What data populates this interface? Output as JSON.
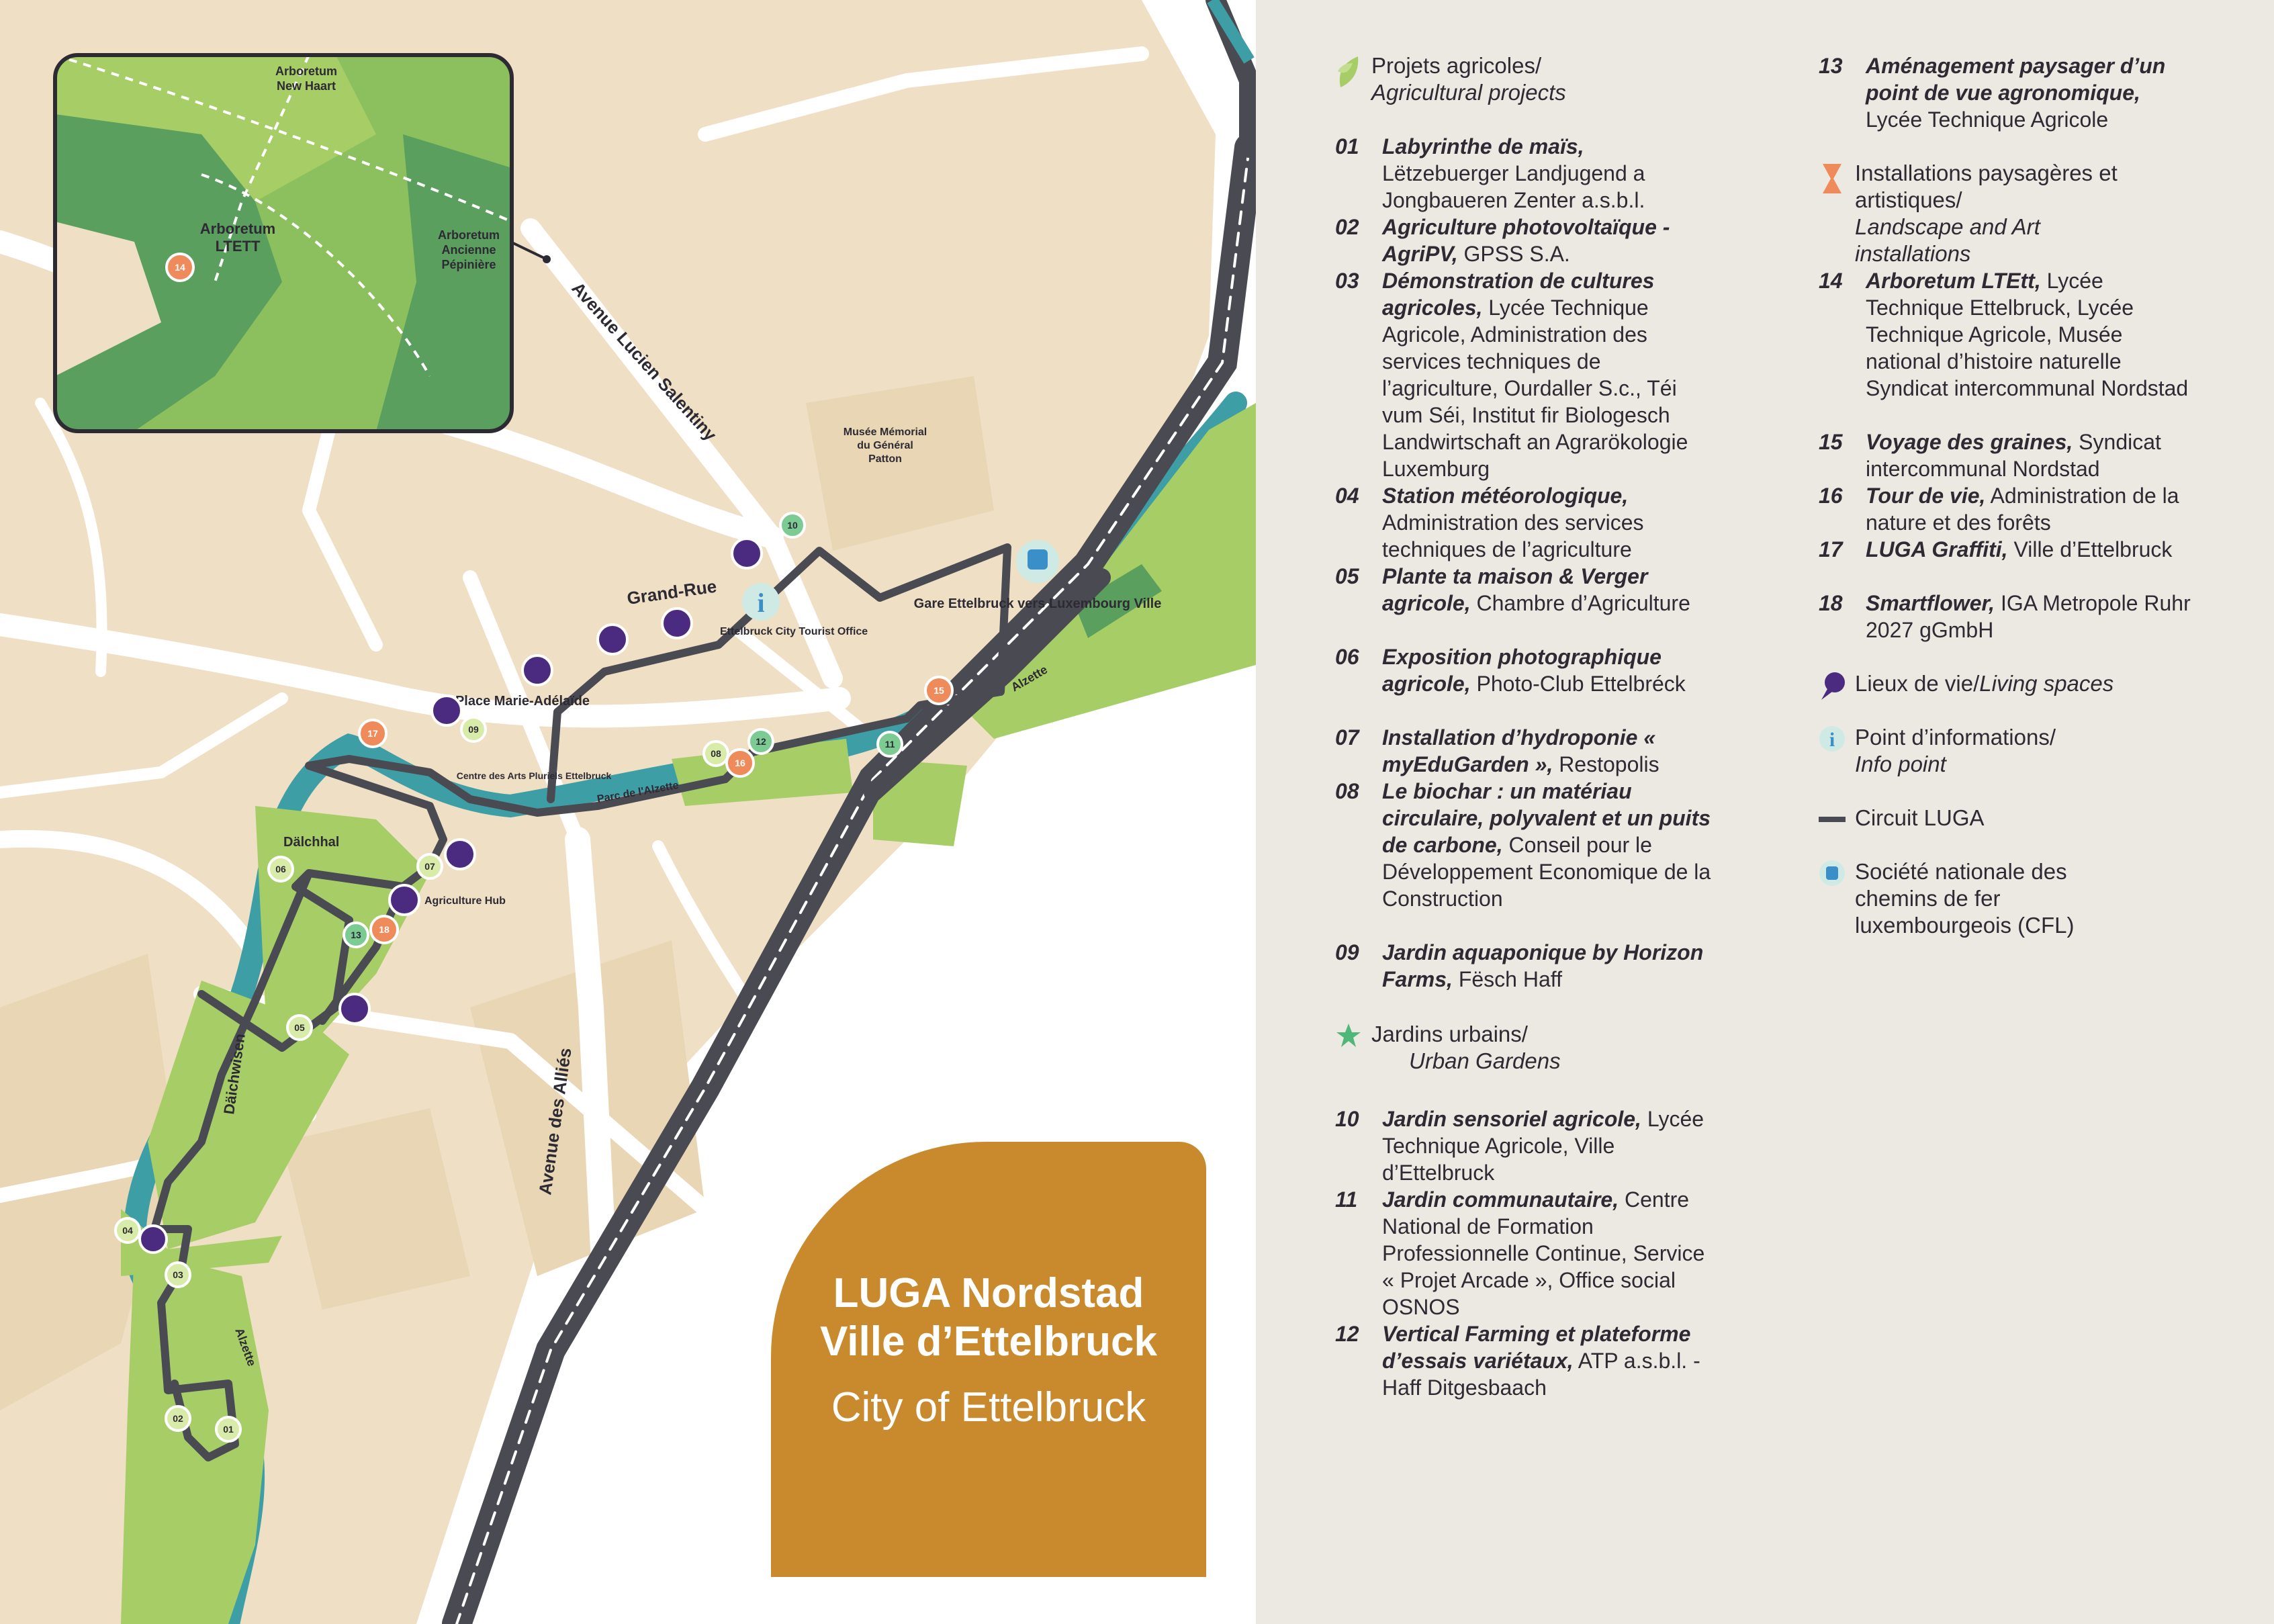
{
  "map": {
    "inset": {
      "labels": [
        "Arboretum New Haart",
        "Arboretum LTETT",
        "Arboretum Ancienne Pépinière"
      ],
      "marker": "14"
    },
    "streets": [
      "Avenue Lucien Salentiny",
      "Grand-Rue",
      "Avenue des Alliés",
      "Parc de l'Alzette",
      "Alzette",
      "Alzette"
    ],
    "places": [
      "Musée Mémorial du Général Patton",
      "Ettelbruck City Tourist Office",
      "Gare Ettelbruck vers Luxembourg Ville",
      "Place Marie-Adélaïde",
      "Centre des Arts Pluriels Ettelbruck",
      "Dälchhal",
      "Agriculture Hub",
      "Däichwisen"
    ],
    "markers": {
      "agri": [
        "01",
        "02",
        "04",
        "05",
        "06",
        "08",
        "09"
      ],
      "garden": [
        "10",
        "11",
        "12",
        "13"
      ],
      "art": [
        "15",
        "16",
        "17",
        "18"
      ]
    },
    "colors": {
      "road": "#ffffff",
      "land": "#efdfc4",
      "park": "#a6cd66",
      "forest": "#5a9f5d",
      "river": "#3e9ea6",
      "circuit": "#4a4a52",
      "art_marker": "#ef8a5b",
      "living": "#4b2b7f",
      "info": "#3a8fc9"
    }
  },
  "title_card": {
    "line1": "LUGA Nordstad",
    "line2": "Ville d’Ettelbruck",
    "line3": "City of Ettelbruck",
    "color": "#c98a2e"
  },
  "legend": {
    "cat_agri": {
      "main": "Projets agricoles/",
      "alt": "Agricultural projects",
      "icon": "leaf-icon",
      "color": "#a6cd66"
    },
    "entries_1": [
      {
        "n": "01",
        "title": "Labyrinthe de maïs,",
        "rest": " Lëtzebuerger Landjugend a Jongbaueren Zenter a.s.b.l."
      },
      {
        "n": "02",
        "title": "Agriculture photovoltaïque - AgriPV,",
        "rest": " GPSS S.A."
      },
      {
        "n": "03",
        "title": "Démonstration de cultures agricoles,",
        "rest": " Lycée Technique Agricole, Administration des services techniques de l’agriculture, Ourdaller S.c., Téi vum Séi, Institut fir Biologesch Landwirtschaft an Agrarökologie Luxemburg"
      },
      {
        "n": "04",
        "title": "Station météorologique,",
        "rest": " Administration des services techniques de l’agriculture"
      },
      {
        "n": "05",
        "title": "Plante ta maison & Verger agricole,",
        "rest": " Chambre d’Agriculture"
      },
      {
        "n": "06",
        "title": "Exposition photographique agricole,",
        "rest": " Photo-Club Ettelbréck"
      },
      {
        "n": "07",
        "title": "Installation d’hydroponie « myEduGarden »,",
        "rest": " Restopolis"
      },
      {
        "n": "08",
        "title": "Le biochar : un matériau circulaire, polyvalent et un puits de carbone,",
        "rest": " Conseil pour le Développement Economique de la Construction"
      },
      {
        "n": "09",
        "title": " Jardin aquaponique by Horizon Farms,",
        "rest": " Fësch Haff"
      }
    ],
    "cat_garden": {
      "main": "Jardins urbains/",
      "alt": "Urban Gardens",
      "icon": "star-icon",
      "color": "#4fb77a"
    },
    "entries_2": [
      {
        "n": "10",
        "title": "Jardin sensoriel agricole,",
        "rest": " Lycée Technique Agricole, Ville d’Ettelbruck"
      },
      {
        "n": "11",
        "title": "Jardin communautaire,",
        "rest": " Centre National de Formation Professionnelle Continue, Service « Projet Arcade », Office social OSNOS"
      },
      {
        "n": "12",
        "title": "Vertical Farming et plateforme d’essais variétaux,",
        "rest": " ATP a.s.b.l. - Haff Ditgesbaach"
      }
    ],
    "entry_13": {
      "n": "13",
      "title": "Aménagement paysager d’un point de vue agronomique,",
      "rest": " Lycée Technique Agricole"
    },
    "cat_art": {
      "main": "Installations paysagères et artistiques/",
      "alt": "Landscape and Art installations",
      "icon": "hourglass-icon",
      "color": "#ef8a5b"
    },
    "entries_3": [
      {
        "n": "14",
        "title": "Arboretum LTEtt,",
        "rest": " Lycée Technique Ettelbruck, Lycée Technique Agricole, Musée national d’histoire naturelle Syndicat intercommunal Nordstad"
      },
      {
        "n": "15",
        "title": "Voyage des graines,",
        "rest": " Syndicat intercommunal Nordstad"
      },
      {
        "n": "16",
        "title": "Tour de vie,",
        "rest": " Administration de la nature et des forêts"
      },
      {
        "n": "17",
        "title": "LUGA Graffiti,",
        "rest": " Ville d’Ettelbruck"
      },
      {
        "n": "18",
        "title": "Smartflower,",
        "rest": " IGA Metropole Ruhr 2027 gGmbH"
      }
    ],
    "cat_living": {
      "main": "Lieux de vie/",
      "alt": "Living spaces",
      "icon": "pin-icon",
      "color": "#4b2b7f"
    },
    "cat_info": {
      "main": "Point d’informations/",
      "alt": "Info point",
      "icon": "info-icon",
      "color": "#3a8fc9"
    },
    "cat_circuit": {
      "main": "Circuit LUGA",
      "icon": "line-icon",
      "color": "#4a4a52"
    },
    "cat_cfl": {
      "main": "Société nationale des chemins de fer luxembourgeois (CFL)",
      "icon": "train-icon",
      "color": "#3a8fc9"
    }
  }
}
